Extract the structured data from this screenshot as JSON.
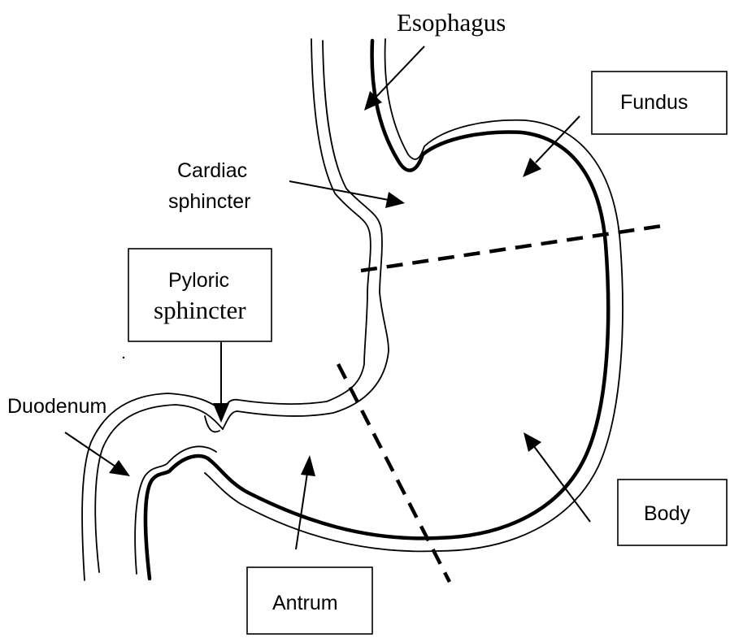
{
  "labels": {
    "esophagus": "Esophagus",
    "fundus": "Fundus",
    "cardiac_line1": "Cardiac",
    "cardiac_line2": "sphincter",
    "pyloric_line1": "Pyloric",
    "pyloric_line2": "sphincter",
    "duodenum": "Duodenum",
    "body": "Body",
    "antrum": "Antrum"
  }
}
